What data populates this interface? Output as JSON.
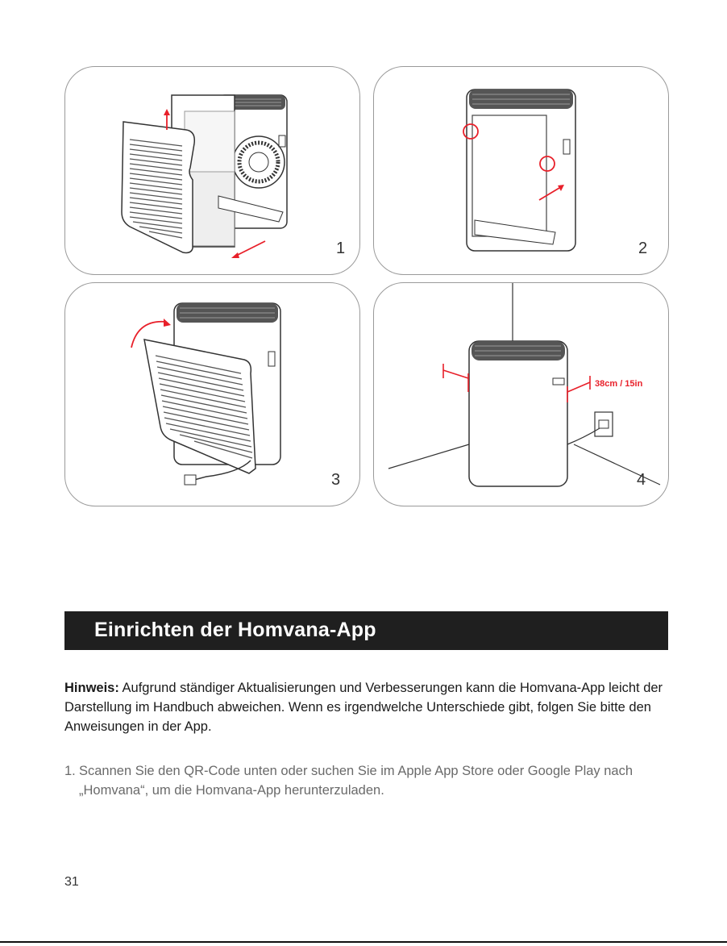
{
  "panels": [
    {
      "step": "1"
    },
    {
      "step": "2"
    },
    {
      "step": "3"
    },
    {
      "step": "4",
      "dimension_label": "38cm / 15in"
    }
  ],
  "section": {
    "title": "Einrichten der Homvana-App"
  },
  "note": {
    "label": "Hinweis:",
    "text": " Aufgrund ständiger Aktualisierungen und Verbesserungen kann die Homvana-App leicht der Darstellung im Handbuch abweichen. Wenn es irgendwelche Unterschiede gibt, folgen Sie bitte den Anweisungen in der App."
  },
  "steps": [
    {
      "number": "1.",
      "text": "Scannen Sie den QR-Code unten oder suchen Sie im Apple App Store oder Google Play nach „Homvana“, um die Homvana-App herunterzuladen."
    }
  ],
  "page_number": "31",
  "colors": {
    "accent": "#e8202a",
    "bar": "#1f1f1f",
    "outline": "#9a9a9a"
  }
}
